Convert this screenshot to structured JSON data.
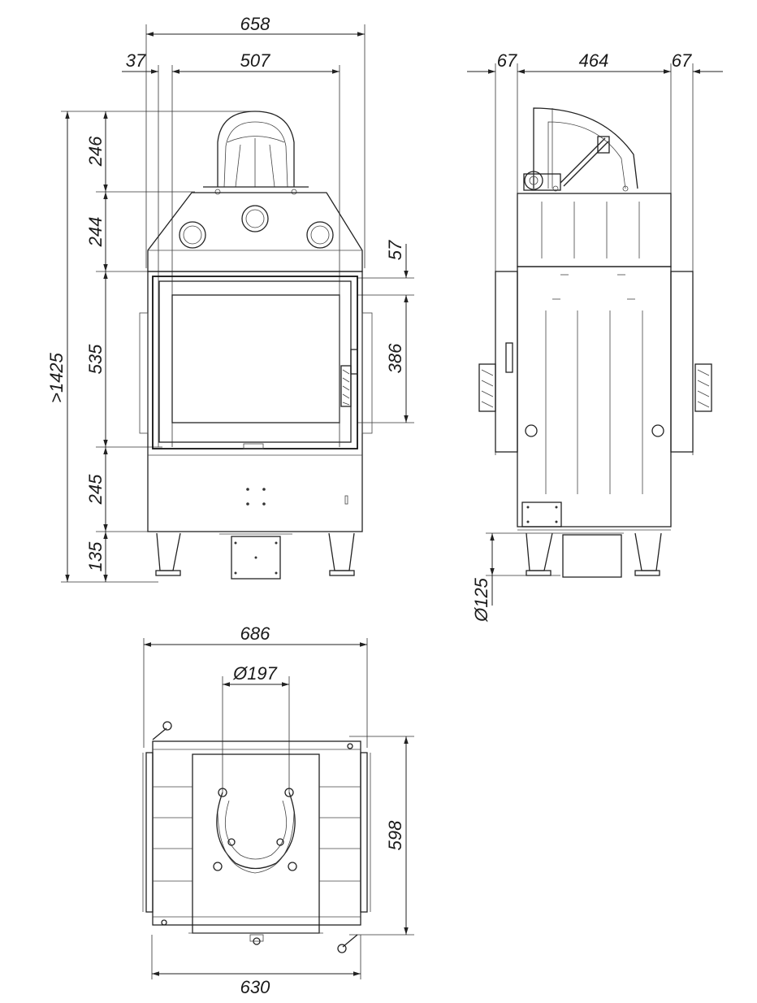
{
  "front_view": {
    "overall_width": "658",
    "offset_left": "37",
    "inner_width": "507",
    "total_height": ">1425",
    "flue_height": "246",
    "hood_height": "244",
    "door_height": "535",
    "base_height": "245",
    "leg_height": "135",
    "glass_top_offset": "57",
    "glass_height": "386"
  },
  "side_view": {
    "left_side": "67",
    "body_depth": "464",
    "right_side": "67",
    "air_inlet_diameter": "Ø125"
  },
  "top_view": {
    "overall_width": "686",
    "flue_diameter": "Ø197",
    "depth": "598",
    "base_width": "630"
  },
  "colors": {
    "line": "#222222",
    "background": "#ffffff"
  }
}
